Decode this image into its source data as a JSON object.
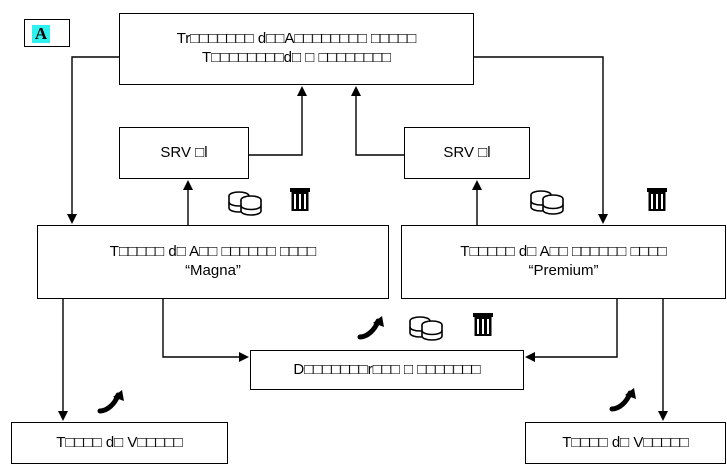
{
  "panel_label": "A",
  "boxes": {
    "top": {
      "line1": "Tr□□□□□□□ d□□A□□□□□□□□ □□□□□",
      "line2": "T□□□□□□□□d□ □ □□□□□□□□"
    },
    "srv_left": "SRV □l",
    "srv_right": "SRV □l",
    "middle_left": {
      "line1": "T□□□□□ d□ A□□ □□□□□□ □□□□",
      "line2": "“Magna”"
    },
    "middle_right": {
      "line1": "T□□□□□ d□ A□□ □□□□□□ □□□□",
      "line2": "“Premium”"
    },
    "center_bottom": "D□□□□□□□r□□□ □ □□□□□□□",
    "bottom_left": "T□□□□ d□ V□□□□□",
    "bottom_right": "T□□□□ d□ V□□□□□"
  },
  "icons": [
    "database-stack-icon",
    "trash-can-icon",
    "curved-arrow-icon"
  ]
}
